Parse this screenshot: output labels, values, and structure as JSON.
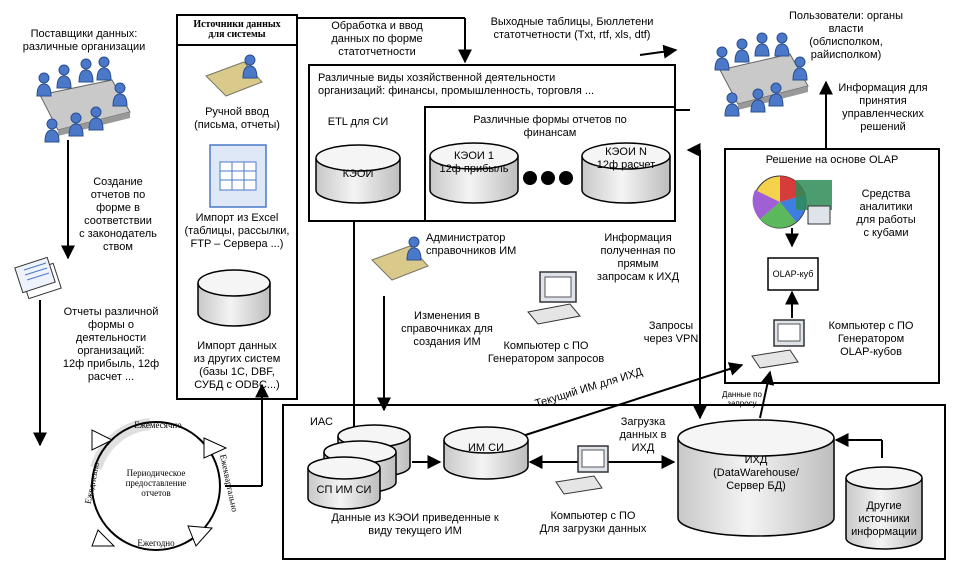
{
  "suppliers_label": "Поставщики данных:\nразличные организации",
  "create_reports_label": "Создание\nотчетов по\nформе в\nсоответствии\nс законодатель\nством",
  "reports_label": "Отчеты различной\nформы о\nдеятельности\nорганизаций:\n12ф прибыль, 12ф\nрасчет ...",
  "cycle": {
    "center": "Периодическое\nпредоставление\nотчетов",
    "monthly": "Ежемесячно",
    "quarterly": "Ежеквартально",
    "yearly": "Ежегодно",
    "daily": "Ежедневно"
  },
  "sources": {
    "title": "Источники данных\nдля системы",
    "manual": "Ручной ввод\n(письма, отчеты)",
    "excel": "Импорт из Excel\n(таблицы, рассылки,\nFTP – Сервера ...)",
    "other": "Импорт данных\nиз других систем\n(базы 1С, DBF,\nСУБД с ODBC...)"
  },
  "processing_label": "Обработка и ввод\nданных по форме\nстатотчетности",
  "output_label": "Выходные таблицы, Бюллетени\nстатотчетности (Txt, rtf, xls, dtf)",
  "users_label": "Пользователи: органы\nвласти\n(облисполком,\nрайисполком)",
  "info_decisions": "Информация для\nпринятия\nуправленческих\nрешений",
  "activity": {
    "title": "Различные виды хозяйственной деятельности\nорганизаций: финансы, промышленность, торговля ...",
    "etl": "ETL для СИ",
    "keoi": "КЭОИ",
    "finance_forms": "Различные формы отчетов по\nфинансам",
    "keoi1": "КЭОИ 1\n12ф прибыль",
    "keoin": "КЭОИ N\n12ф расчет"
  },
  "admin_label": "Администратор\nсправочников ИМ",
  "info_direct": "Информация\nполученная по\nпрямым\nзапросам к ИХД",
  "changes_label": "Изменения в\nсправочниках для\nсоздания ИМ",
  "query_computer": "Компьютер с ПО\nГенератором запросов",
  "vpn_label": "Запросы\nчерез VPN",
  "olap": {
    "title": "Решение на основе OLAP",
    "tools": "Средства\nаналитики\nдля работы\nс кубами",
    "cube": "OLAP-куб",
    "computer": "Компьютер с ПО\nГенератором\nOLAP-кубов"
  },
  "current_im": "Текущий ИМ для ИХД",
  "on_request": "Данные по\nзапросу",
  "ias": {
    "title": "ИАС",
    "im_si": "ИМ СИ",
    "sp_im_si": "СП ИМ СИ",
    "keoi_data": "Данные из КЭОИ приведенные к\nвиду текущего ИМ",
    "load_label": "Загрузка\nданных в\nИХД",
    "load_computer": "Компьютер с ПО\nДля загрузки данных",
    "ihd": "ИХД\n(DataWarehouse/\nСервер БД)"
  },
  "other_sources": "Другие\nисточники\nинформации"
}
